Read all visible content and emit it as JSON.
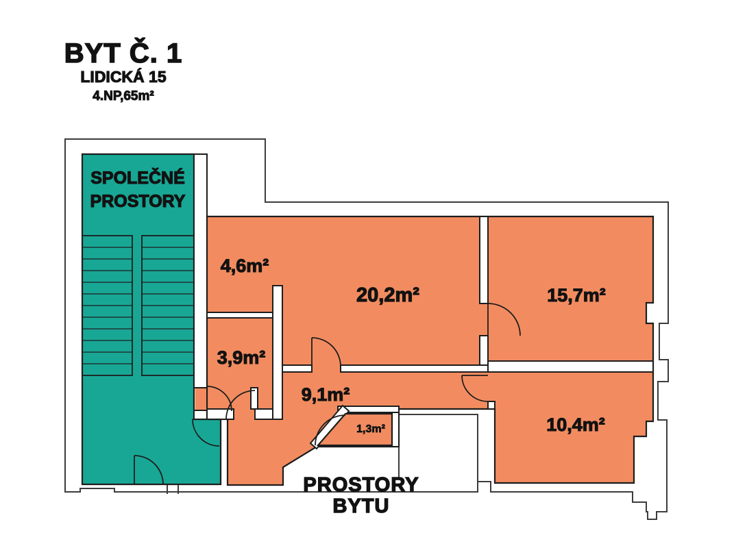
{
  "title": {
    "building": "BYT Č. 1",
    "street": "LIDICKÁ 15",
    "floor_area": "4.NP,65m²"
  },
  "common_area": {
    "label_line1": "SPOLEČNÉ",
    "label_line2": "PROSTORY"
  },
  "apartment": {
    "caption_line1": "PROSTORY",
    "caption_line2": "BYTU",
    "room_labels": [
      "4,6m²",
      "20,2m²",
      "15,7m²",
      "3,9m²",
      "9,1m²",
      "1,3m²",
      "10,4m²"
    ]
  },
  "colors": {
    "common_fill": "#18A795",
    "apartment_fill": "#F28C60",
    "wall_line": "#1d1d1d",
    "outline": "#3c3c3c",
    "background": "#ffffff"
  }
}
